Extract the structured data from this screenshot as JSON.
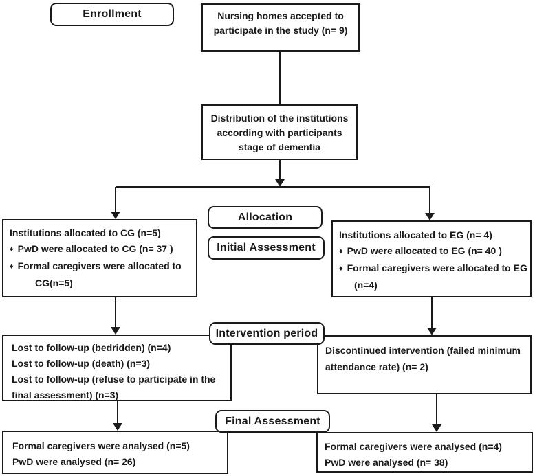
{
  "colors": {
    "ink": "#1a1a1a",
    "paper": "#ffffff"
  },
  "glyphs": {
    "bullet": "♦"
  },
  "stage_labels": {
    "enrollment": "Enrollment",
    "allocation": "Allocation",
    "initial_assessment": "Initial Assessment",
    "intervention_period": "Intervention period",
    "final_assessment": "Final Assessment"
  },
  "boxes": {
    "accepted": {
      "lines": [
        "Nursing homes accepted to",
        "participate in the study (n= 9)"
      ]
    },
    "distribution": {
      "lines": [
        "Distribution of the institutions",
        "according with participants",
        "stage of dementia"
      ]
    },
    "cg_allocation": {
      "title": "Institutions allocated to CG (n=5)",
      "bullets": [
        "PwD were allocated to CG (n= 37 )",
        "Formal caregivers were allocated to"
      ],
      "continuation": "CG(n=5)"
    },
    "eg_allocation": {
      "title": "Institutions allocated to EG (n= 4)",
      "bullets": [
        "PwD were allocated to EG (n= 40 )",
        "Formal caregivers were allocated to EG"
      ],
      "continuation": "(n=4)"
    },
    "cg_followup": {
      "lines": [
        "Lost to follow-up (bedridden) (n=4)",
        "Lost to follow-up (death) (n=3)",
        "Lost to follow-up (refuse to participate in the",
        "final assessment) (n=3)"
      ]
    },
    "eg_discontinued": {
      "lines": [
        "Discontinued intervention (failed minimum",
        "attendance rate) (n= 2)"
      ]
    },
    "cg_analysed": {
      "lines": [
        "Formal caregivers were analysed (n=5)",
        "PwD were analysed (n= 26)"
      ]
    },
    "eg_analysed": {
      "lines": [
        "Formal caregivers were analysed (n=4)",
        "PwD were analysed (n= 38)"
      ]
    }
  }
}
